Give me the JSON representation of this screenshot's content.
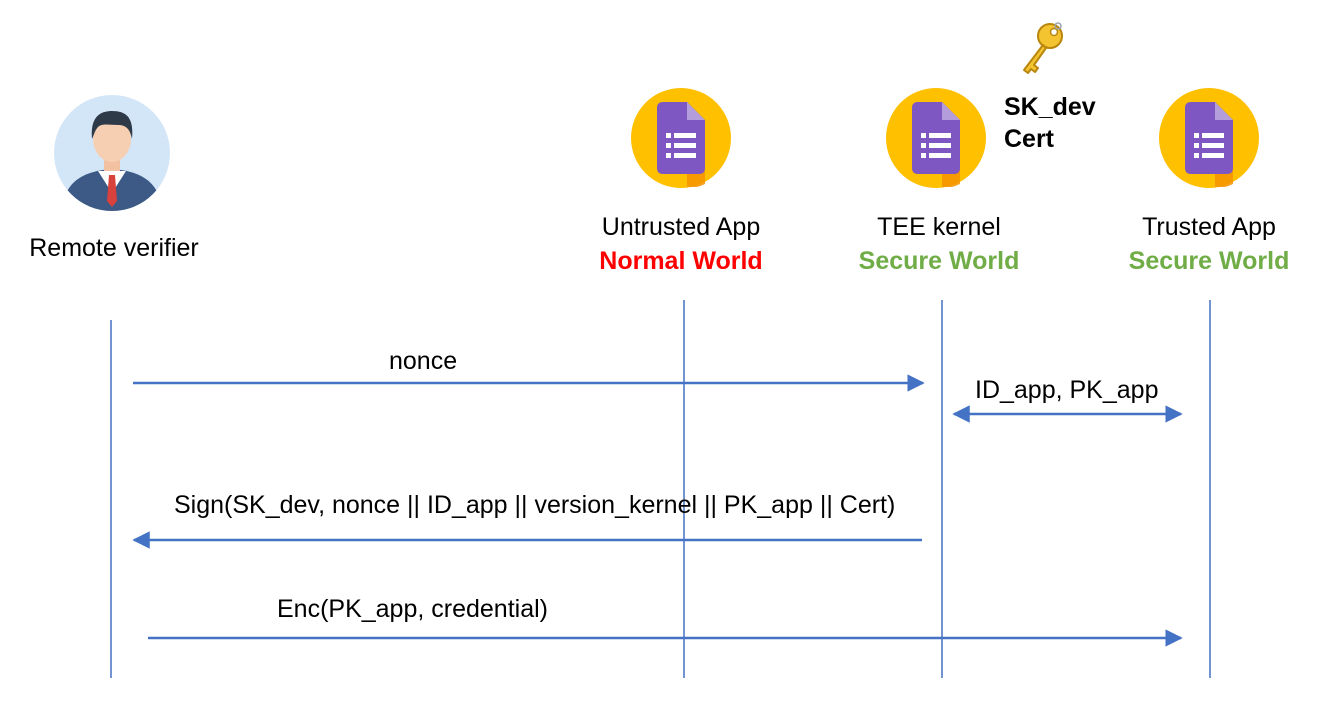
{
  "colors": {
    "lifeline": "#4472c4",
    "arrow": "#4472c4",
    "normal_world": "#ff0000",
    "secure_world": "#70ad47",
    "icon_circle": "#ffc000",
    "doc_purple": "#7e57c2"
  },
  "participants": {
    "verifier": {
      "name": "Remote verifier",
      "icon": "person-avatar-icon"
    },
    "untrusted": {
      "name": "Untrusted App",
      "world": "Normal World",
      "icon": "document-icon"
    },
    "kernel": {
      "name": "TEE kernel",
      "world": "Secure World",
      "icon": "document-icon"
    },
    "trusted": {
      "name": "Trusted App",
      "world": "Secure World",
      "icon": "document-icon"
    }
  },
  "key": {
    "icon": "key-icon",
    "line1": "SK_dev",
    "line2": "Cert"
  },
  "messages": [
    {
      "label": "nonce",
      "from": "verifier",
      "to": "kernel"
    },
    {
      "label": "ID_app, PK_app",
      "from": "kernel",
      "to": "trusted",
      "bidirectional": true
    },
    {
      "label": "Sign(SK_dev, nonce || ID_app || version_kernel || PK_app || Cert)",
      "from": "kernel",
      "to": "verifier"
    },
    {
      "label": "Enc(PK_app, credential)",
      "from": "verifier",
      "to": "trusted"
    }
  ]
}
